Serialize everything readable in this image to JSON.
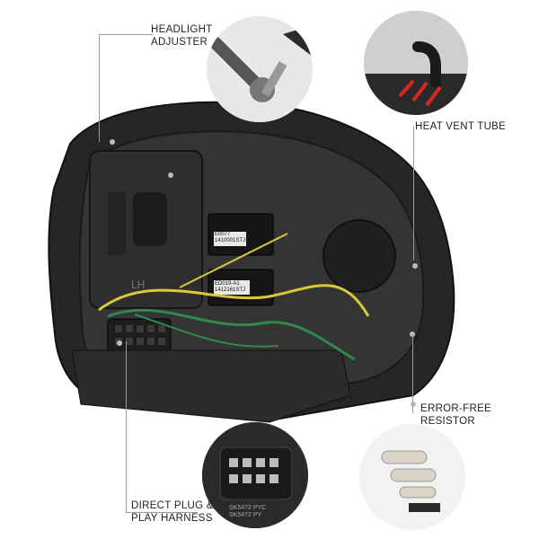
{
  "callouts": {
    "headlight_adjuster": [
      "HEADLIGHT",
      "ADJUSTER"
    ],
    "heat_vent_tube": [
      "HEAT VENT TUBE"
    ],
    "error_free_resistor": [
      "ERROR-FREE",
      "RESISTOR"
    ],
    "direct_plug_harness": [
      "DIRECT PLUG &",
      "PLAY HARNESS"
    ]
  },
  "product_markings": {
    "module_top": [
      "E0077",
      "1410001STJ"
    ],
    "module_bottom": [
      "ED019-A1",
      "1412161STJ"
    ],
    "housing_side": "LH",
    "connector_marks": [
      "SK5472 PYC",
      "SK5472 PY"
    ]
  },
  "colors": {
    "housing": "#2a2a2a",
    "wire_yellow": "#d8c93a",
    "wire_green": "#2f8a4a",
    "arrow_red": "#d7261e",
    "lead_line": "#9a9a9a"
  }
}
